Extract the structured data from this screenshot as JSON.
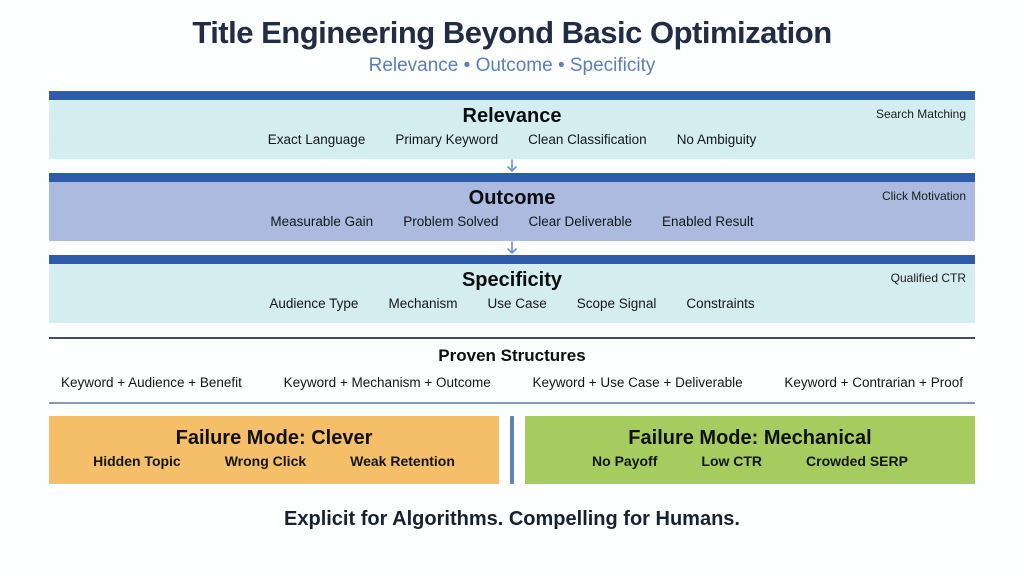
{
  "title": "Title Engineering Beyond Basic Optimization",
  "subtitle": "Relevance • Outcome • Specificity",
  "colors": {
    "title_navy": "#222c44",
    "subtitle_blue": "#5c7fb9",
    "layer_bar_blue": "#2c5cab",
    "layer_cyan": "#d3edf1",
    "layer_periwinkle": "#abbade",
    "arrow_blue": "#6e8fc9",
    "proven_top_line": "#454d5c",
    "proven_bottom_line": "#7f9cc0",
    "failure_orange": "#f5be68",
    "failure_green": "#a6cc60",
    "divider_blue": "#5f83b8"
  },
  "layers": [
    {
      "heading": "Relevance",
      "tag": "Search Matching",
      "body_color": "#d3edf1",
      "items": [
        "Exact Language",
        "Primary Keyword",
        "Clean Classification",
        "No Ambiguity"
      ]
    },
    {
      "heading": "Outcome",
      "tag": "Click Motivation",
      "body_color": "#abbade",
      "items": [
        "Measurable Gain",
        "Problem Solved",
        "Clear Deliverable",
        "Enabled Result"
      ]
    },
    {
      "heading": "Specificity",
      "tag": "Qualified CTR",
      "body_color": "#d3edf1",
      "items": [
        "Audience Type",
        "Mechanism",
        "Use Case",
        "Scope Signal",
        "Constraints"
      ]
    }
  ],
  "proven": {
    "heading": "Proven Structures",
    "items": [
      "Keyword + Audience + Benefit",
      "Keyword + Mechanism + Outcome",
      "Keyword + Use Case + Deliverable",
      "Keyword + Contrarian + Proof"
    ]
  },
  "failures": [
    {
      "heading": "Failure Mode: Clever",
      "color": "#f5be68",
      "items": [
        "Hidden Topic",
        "Wrong Click",
        "Weak Retention"
      ]
    },
    {
      "heading": "Failure Mode: Mechanical",
      "color": "#a6cc60",
      "items": [
        "No Payoff",
        "Low CTR",
        "Crowded SERP"
      ]
    }
  ],
  "footer": "Explicit for Algorithms. Compelling for Humans."
}
